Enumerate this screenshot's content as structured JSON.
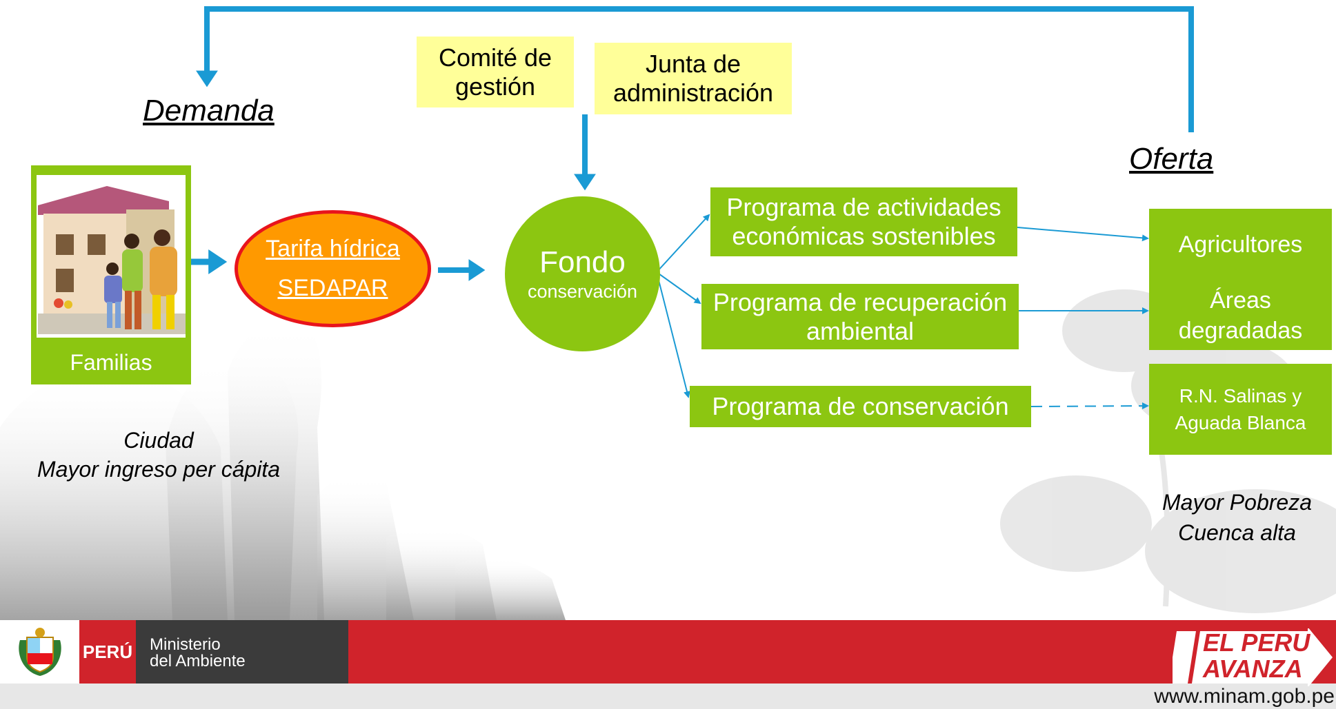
{
  "diagram": {
    "loop_labels": {
      "demand": "Demanda",
      "offer": "Oferta"
    },
    "governance": {
      "committee": "Comité de gestión",
      "board": "Junta de administración"
    },
    "families": {
      "label": "Familias",
      "caption_line1": "Ciudad",
      "caption_line2": "Mayor ingreso per cápita"
    },
    "tariff": {
      "line1": "Tarifa hídrica",
      "line2": "SEDAPAR"
    },
    "fund": {
      "title": "Fondo",
      "subtitle": "conservación"
    },
    "programs": [
      {
        "label": "Programa de actividades económicas sostenibles"
      },
      {
        "label": "Programa de recuperación ambiental"
      },
      {
        "label": "Programa de conservación"
      }
    ],
    "beneficiaries": [
      {
        "label": "Agricultores"
      },
      {
        "label": "Áreas degradadas"
      },
      {
        "label": "R.N. Salinas y Aguada Blanca"
      }
    ],
    "offer_caption": {
      "line1": "Mayor Pobreza",
      "line2": "Cuenca alta"
    }
  },
  "footer": {
    "country": "PERÚ",
    "ministry_line1": "Ministerio",
    "ministry_line2": "del Ambiente",
    "slogan_line1": "EL PERU",
    "slogan_line2": "AVANZA",
    "website": "www.minam.gob.pe"
  },
  "colors": {
    "green": "#8cc611",
    "blue": "#1a9ad4",
    "yellow_note": "#ffff99",
    "orange": "#ff9900",
    "red_border": "#e8141c",
    "footer_red": "#d0232b"
  },
  "icons": [
    "family-illustration",
    "coat-of-arms-icon",
    "arrow-logo-icon"
  ]
}
